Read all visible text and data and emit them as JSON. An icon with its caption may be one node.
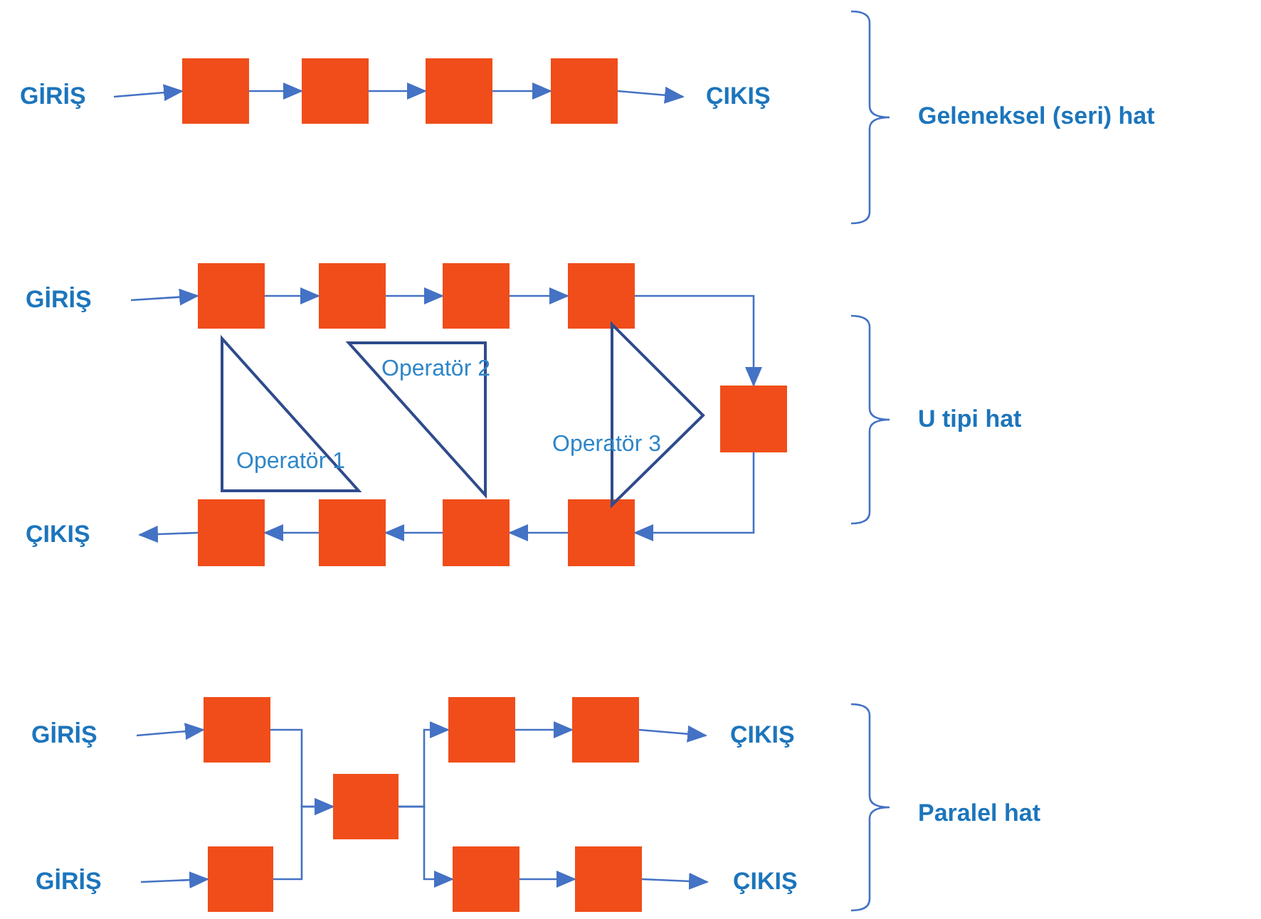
{
  "diagram": {
    "nodes": [
      {
        "text": [
          "GİRİŞ"
        ]
      },
      {
        "text": [],
        "shape": "box"
      },
      {
        "text": [],
        "shape": "box"
      },
      {
        "text": [],
        "shape": "box"
      },
      {
        "text": [],
        "shape": "box"
      },
      {
        "text": [
          "ÇIKIŞ"
        ]
      },
      {
        "text": [
          "GİRİŞ"
        ]
      },
      {
        "text": [],
        "shape": "box"
      },
      {
        "text": [],
        "shape": "box"
      },
      {
        "text": [],
        "shape": "box"
      },
      {
        "text": [],
        "shape": "box"
      },
      {
        "text": [],
        "shape": "box"
      },
      {
        "text": [],
        "shape": "box"
      },
      {
        "text": [],
        "shape": "box"
      },
      {
        "text": [],
        "shape": "box"
      },
      {
        "text": [],
        "shape": "box"
      },
      {
        "text": [
          "ÇIKIŞ"
        ]
      },
      {
        "text": [
          "Operatör 1"
        ]
      },
      {
        "text": [
          "Operatör 2"
        ]
      },
      {
        "text": [
          "Operatör 3"
        ]
      },
      {
        "text": [
          "GİRİŞ"
        ]
      },
      {
        "text": [],
        "shape": "box"
      },
      {
        "text": [
          "GİRİŞ"
        ]
      },
      {
        "text": [],
        "shape": "box"
      },
      {
        "text": [],
        "shape": "box"
      },
      {
        "text": [],
        "shape": "box"
      },
      {
        "text": [],
        "shape": "box"
      },
      {
        "text": [
          "ÇIKIŞ"
        ]
      },
      {
        "text": [],
        "shape": "box"
      },
      {
        "text": [],
        "shape": "box"
      },
      {
        "text": [
          "ÇIKIŞ"
        ]
      }
    ],
    "edges": [
      {
        "from": 0,
        "to": 1,
        "arrow": "to"
      },
      {
        "from": 1,
        "to": 2,
        "arrow": "to"
      },
      {
        "from": 2,
        "to": 3,
        "arrow": "to"
      },
      {
        "from": 3,
        "to": 4,
        "arrow": "to"
      },
      {
        "from": 4,
        "to": 5,
        "arrow": "to"
      },
      {
        "from": 6,
        "to": 7,
        "arrow": "to"
      },
      {
        "from": 7,
        "to": 8,
        "arrow": "to"
      },
      {
        "from": 8,
        "to": 9,
        "arrow": "to"
      },
      {
        "from": 9,
        "to": 10,
        "arrow": "to"
      },
      {
        "from": 10,
        "to": 11,
        "arrow": "to"
      },
      {
        "from": 11,
        "to": 12,
        "arrow": "to"
      },
      {
        "from": 12,
        "to": 13,
        "arrow": "to"
      },
      {
        "from": 13,
        "to": 14,
        "arrow": "to"
      },
      {
        "from": 14,
        "to": 15,
        "arrow": "to"
      },
      {
        "from": 15,
        "to": 16,
        "arrow": "to"
      },
      {
        "from": 20,
        "to": 21,
        "arrow": "to"
      },
      {
        "from": 22,
        "to": 23,
        "arrow": "to"
      },
      {
        "from": 21,
        "to": 24,
        "arrow": "to"
      },
      {
        "from": 23,
        "to": 24,
        "arrow": "to"
      },
      {
        "from": 24,
        "to": 25,
        "arrow": "to"
      },
      {
        "from": 24,
        "to": 28,
        "arrow": "to"
      },
      {
        "from": 25,
        "to": 26,
        "arrow": "to"
      },
      {
        "from": 26,
        "to": 27,
        "arrow": "to"
      },
      {
        "from": 28,
        "to": 29,
        "arrow": "to"
      },
      {
        "from": 29,
        "to": 30,
        "arrow": "to"
      }
    ],
    "labels": [
      "Geleneksel (seri) hat",
      "U tipi hat",
      "Paralel hat"
    ]
  }
}
